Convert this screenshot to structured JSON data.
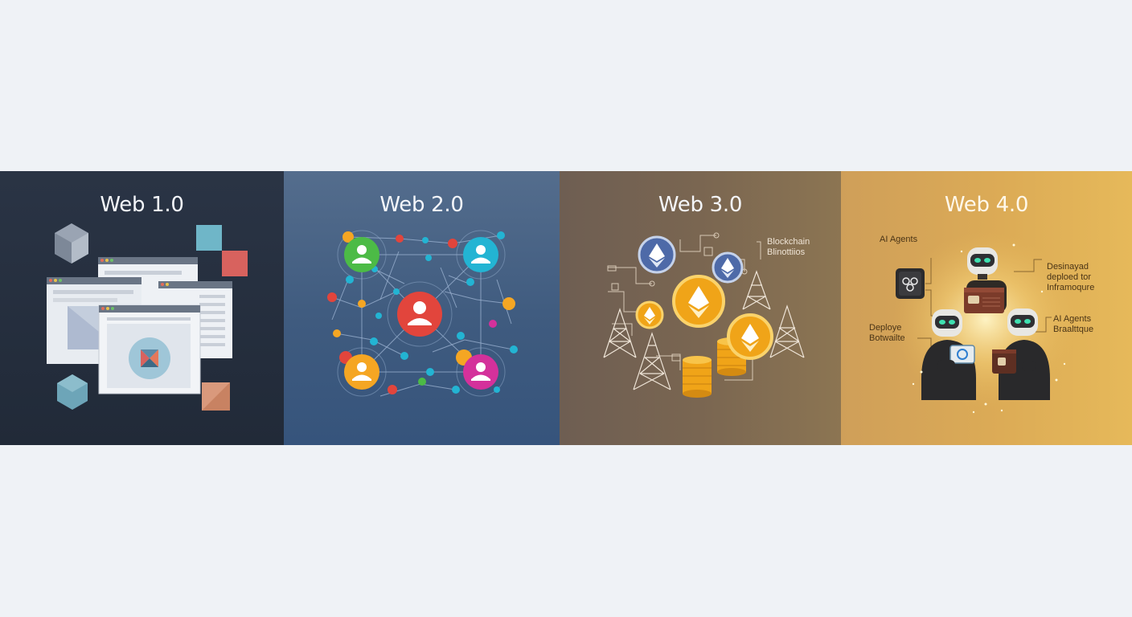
{
  "panels": [
    {
      "title": "Web 1.0"
    },
    {
      "title": "Web 2.0"
    },
    {
      "title": "Web 3.0",
      "labels": [
        "Blockchain\nBlinottiios"
      ]
    },
    {
      "title": "Web 4.0",
      "labels": [
        "AI Agents",
        "Desinayad\ndeploed tor\nInframoqure",
        "Deploye\nBotwailte",
        "AI Agents\nBraalttque"
      ]
    }
  ],
  "colors": {
    "panel1": "#252f3f",
    "panel2": "#46628a",
    "panel3": "#77644f",
    "panel4": "#dcab56",
    "user_green": "#4cbb46",
    "user_cyan": "#23b4d3",
    "user_red": "#e2453c",
    "user_orange": "#f5a623",
    "user_magenta": "#d4319b",
    "coin_gold": "#f0a418",
    "eth_blue": "#4e6aa8"
  }
}
